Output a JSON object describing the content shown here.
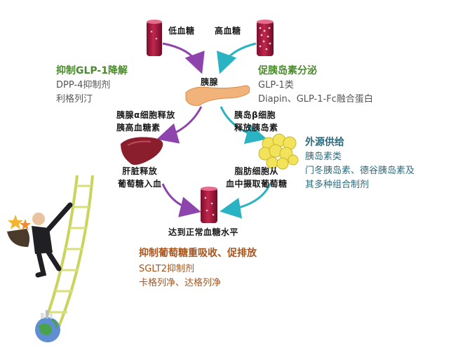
{
  "colors": {
    "green": "#4a8b2c",
    "blue": "#2c6b7d",
    "brown": "#a8541c",
    "gray": "#555555",
    "purple_arrow": "#8e44ad",
    "teal_arrow": "#2ab3c3",
    "tube": "#9b1b3a",
    "tube_light": "#d94f72"
  },
  "nodes": {
    "low_sugar": "低血糖",
    "high_sugar": "高血糖",
    "pancreas": "胰腺",
    "alpha_cell": [
      "胰腺α细胞释放",
      "胰高血糖素"
    ],
    "beta_cell": [
      "胰岛β细胞",
      "释放胰岛素"
    ],
    "liver": [
      "肝脏释放",
      "葡萄糖入血"
    ],
    "fat": [
      "脂肪细胞从",
      "血中摄取葡萄糖"
    ],
    "normal": "达到正常血糖水平"
  },
  "dpp4": {
    "heading": "抑制GLP-1降解",
    "lines": [
      "DPP-4抑制剂",
      "利格列汀"
    ]
  },
  "glp1": {
    "heading": "促胰岛素分泌",
    "lines": [
      "GLP-1类",
      "Diapin、GLP-1-Fc融合蛋白"
    ]
  },
  "external": {
    "heading": "外源供给",
    "lines": [
      "胰岛素类",
      "门冬胰岛素、德谷胰岛素及",
      "其多种组合制剂"
    ]
  },
  "sglt2": {
    "heading": "抑制葡萄糖重吸收、促排放",
    "lines": [
      "SGLT2抑制剂",
      "卡格列净、达格列净"
    ]
  },
  "icons": [
    "test-tube-icon",
    "pancreas-icon",
    "liver-icon",
    "fat-cells-icon",
    "ladder-climber-icon",
    "globe-icon"
  ]
}
